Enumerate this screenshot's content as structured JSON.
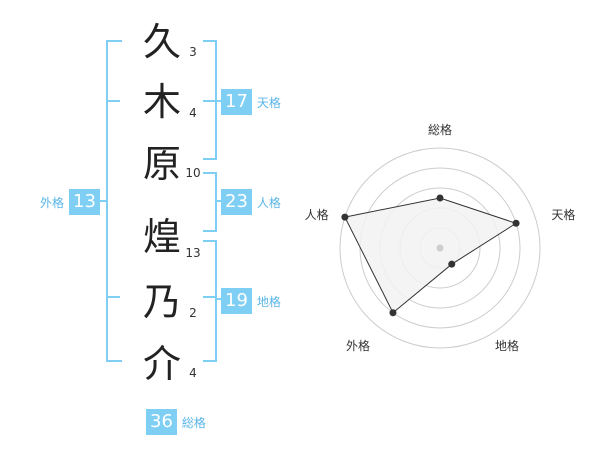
{
  "name_chars": [
    "久",
    "木",
    "原",
    "煌",
    "乃",
    "介"
  ],
  "strokes": [
    "3",
    "4",
    "10",
    "13",
    "2",
    "4"
  ],
  "kaku": {
    "tenkaku": {
      "value": "17",
      "label": "天格"
    },
    "jinkaku": {
      "value": "23",
      "label": "人格"
    },
    "chikaku": {
      "value": "19",
      "label": "地格"
    },
    "gaikaku": {
      "value": "13",
      "label": "外格"
    },
    "soukaku": {
      "value": "36",
      "label": "総格"
    }
  },
  "chart_data": {
    "type": "radar",
    "axes": [
      "総格",
      "天格",
      "地格",
      "外格",
      "人格"
    ],
    "values": [
      2.5,
      4,
      1,
      4,
      5
    ],
    "max": 5,
    "rings": 5,
    "grid": true,
    "colors": {
      "fill": "#f2f2f2",
      "stroke": "#333333",
      "grid": "#cccccc",
      "center": "#cccccc",
      "point": "#333333"
    }
  },
  "colors": {
    "accent": "#7fcff5",
    "label": "#59b5e8"
  }
}
